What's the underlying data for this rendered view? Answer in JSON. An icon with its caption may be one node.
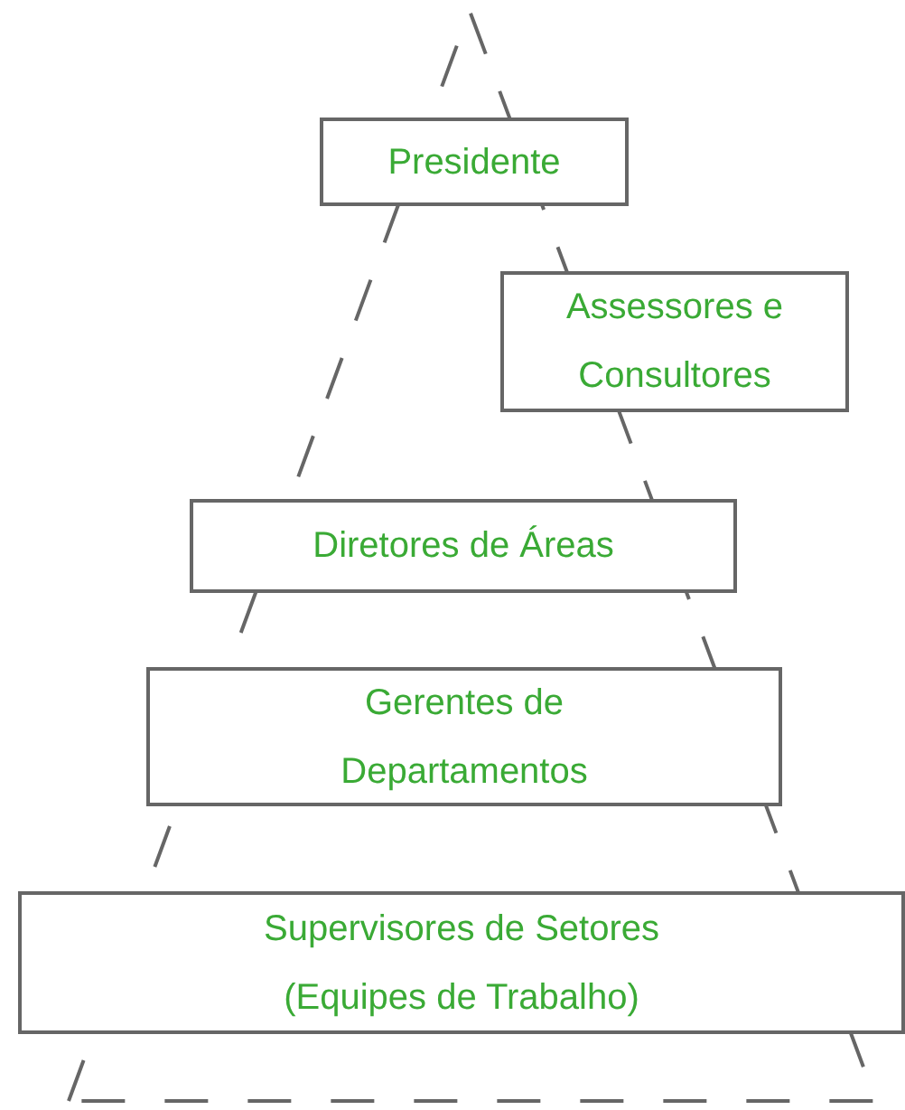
{
  "diagram": {
    "nodes": [
      {
        "text": [
          "Presidente"
        ]
      },
      {
        "text": [
          "Assessores e Consultores"
        ]
      },
      {
        "text": [
          "Diretores de Áreas"
        ]
      },
      {
        "text": [
          "Gerentes de Departamentos"
        ]
      },
      {
        "text": [
          "Supervisores de Setores (Equipes de Trabalho)"
        ]
      }
    ]
  }
}
